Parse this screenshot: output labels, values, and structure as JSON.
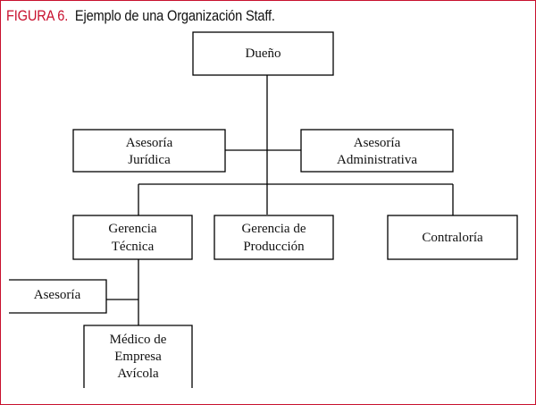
{
  "caption": {
    "label": "FIGURA 6.",
    "text": "Ejemplo de una Organización Staff."
  },
  "nodes": {
    "owner": {
      "lines": [
        "Dueño"
      ]
    },
    "legal_advisory": {
      "lines": [
        "Asesoría",
        "Jurídica"
      ]
    },
    "admin_advisory": {
      "lines": [
        "Asesoría",
        "Administrativa"
      ]
    },
    "technical_management": {
      "lines": [
        "Gerencia",
        "Técnica"
      ]
    },
    "production_management": {
      "lines": [
        "Gerencia de",
        "Producción"
      ]
    },
    "comptroller": {
      "lines": [
        "Contraloría"
      ]
    },
    "advisory": {
      "lines": [
        "Asesoría"
      ]
    },
    "poultry_doctor": {
      "lines": [
        "Médico de",
        "Empresa",
        "Avícola"
      ]
    }
  },
  "colors": {
    "accent": "#c8102e",
    "text": "#111111",
    "line": "#000000"
  }
}
